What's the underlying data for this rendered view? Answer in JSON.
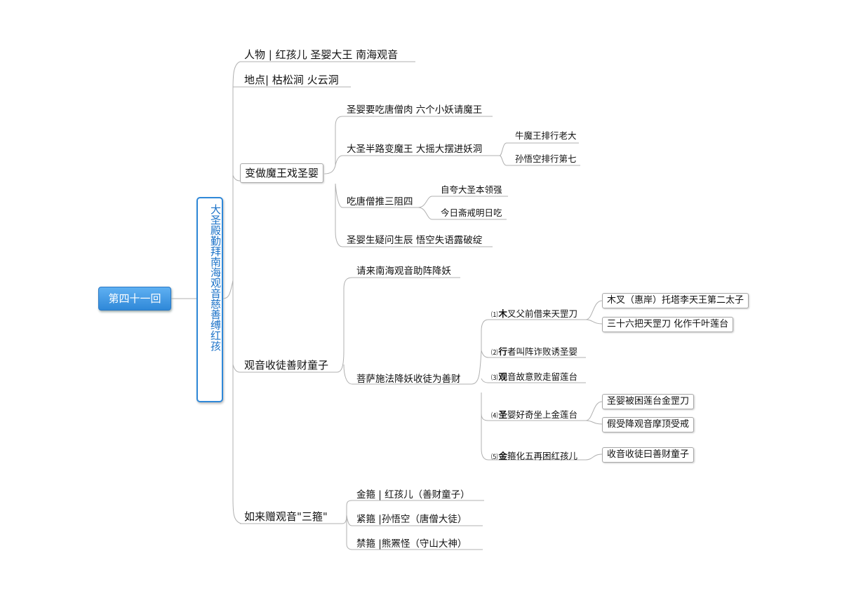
{
  "root": "第四十一回",
  "title_lines": [
    "大圣殿勤拜南海",
    "观音慈善缚红孩"
  ],
  "branches": {
    "characters": "人物 | 红孩儿 圣婴大王 南海观音",
    "location": "地点| 枯松涧 火云洞",
    "disguise": {
      "label": "变做魔王戏圣婴",
      "items": {
        "a": "圣婴要吃唐僧肉 六个小妖请魔王",
        "b": "大圣半路变魔王 大摇大摆进妖洞",
        "b1": "牛魔王排行老大",
        "b2": "孙悟空排行第七",
        "c": "吃唐僧推三阻四",
        "c1": "自夸大圣本领强",
        "c2": "今日斋戒明日吃",
        "d": "圣婴生疑问生辰 悟空失语露破绽"
      }
    },
    "guanyin": {
      "label": "观音收徒善财童子",
      "invite": "请来南海观音助阵降妖",
      "subdue": "菩萨施法降妖收徒为善财",
      "steps": [
        {
          "num": "⑴",
          "head": "木",
          "rest": "叉父前借来天罡刀",
          "children": [
            "木叉（惠岸）托塔李天王第二太子",
            "三十六把天罡刀 化作千叶莲台"
          ]
        },
        {
          "num": "⑵",
          "head": "行",
          "rest": "者叫阵诈败诱圣婴",
          "children": []
        },
        {
          "num": "⑶",
          "head": "观",
          "rest": "音故意败走留莲台",
          "children": []
        },
        {
          "num": "⑷",
          "head": "圣",
          "rest": "婴好奇坐上金莲台",
          "children": [
            "圣婴被困莲台金罡刀",
            "假受降观音摩顶受戒"
          ]
        },
        {
          "num": "⑸",
          "head": "金",
          "rest": "箍化五再困红孩儿",
          "children": [
            "收音收徒曰善财童子"
          ]
        }
      ]
    },
    "hoops": {
      "label": "如来赠观音\"三箍\"",
      "items": [
        "金箍 | 红孩儿（善财童子）",
        "紧箍 |孙悟空（唐僧大徒）",
        "禁箍 |熊罴怪（守山大神）"
      ]
    }
  }
}
